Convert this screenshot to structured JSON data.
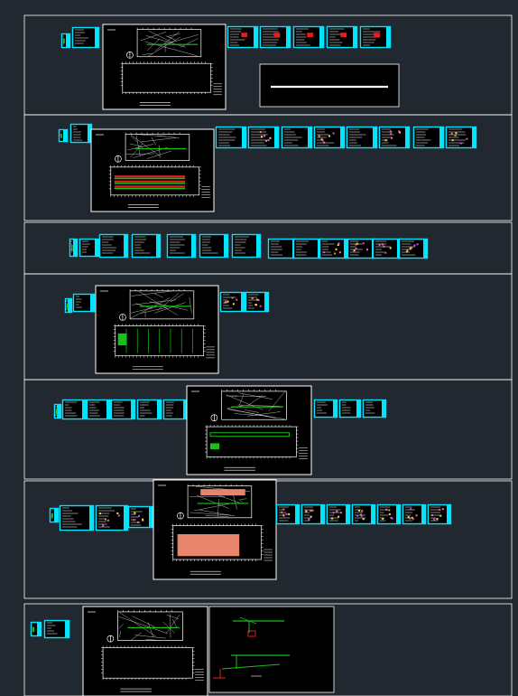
{
  "colors": {
    "background": "#212830",
    "frame": "#ffffff",
    "sheet_border": "#00e5ff",
    "sheet_fill": "#000000",
    "green": "#18c018",
    "red": "#e02020",
    "salmon": "#e8846c",
    "yellow": "#e6e64a",
    "magenta": "#e64ae6"
  },
  "drawing": {
    "type": "cad-sheet-overview",
    "rows": [
      {
        "id": "row-1",
        "main_plans": 1,
        "detail_sheets": 5,
        "has_title_box": true
      },
      {
        "id": "row-2",
        "main_plans": 1,
        "detail_sheets": 8,
        "has_title_box": false
      },
      {
        "id": "row-3",
        "main_plans": 0,
        "detail_sheets": 11,
        "has_title_box": false
      },
      {
        "id": "row-4",
        "main_plans": 1,
        "detail_sheets": 2,
        "has_title_box": false
      },
      {
        "id": "row-5",
        "main_plans": 1,
        "detail_sheets": 7,
        "has_title_box": false
      },
      {
        "id": "row-6",
        "main_plans": 1,
        "detail_sheets": 10,
        "has_title_box": false
      },
      {
        "id": "row-7",
        "main_plans": 1,
        "detail_sheets": 1,
        "has_pipe_diagram": true
      }
    ]
  }
}
